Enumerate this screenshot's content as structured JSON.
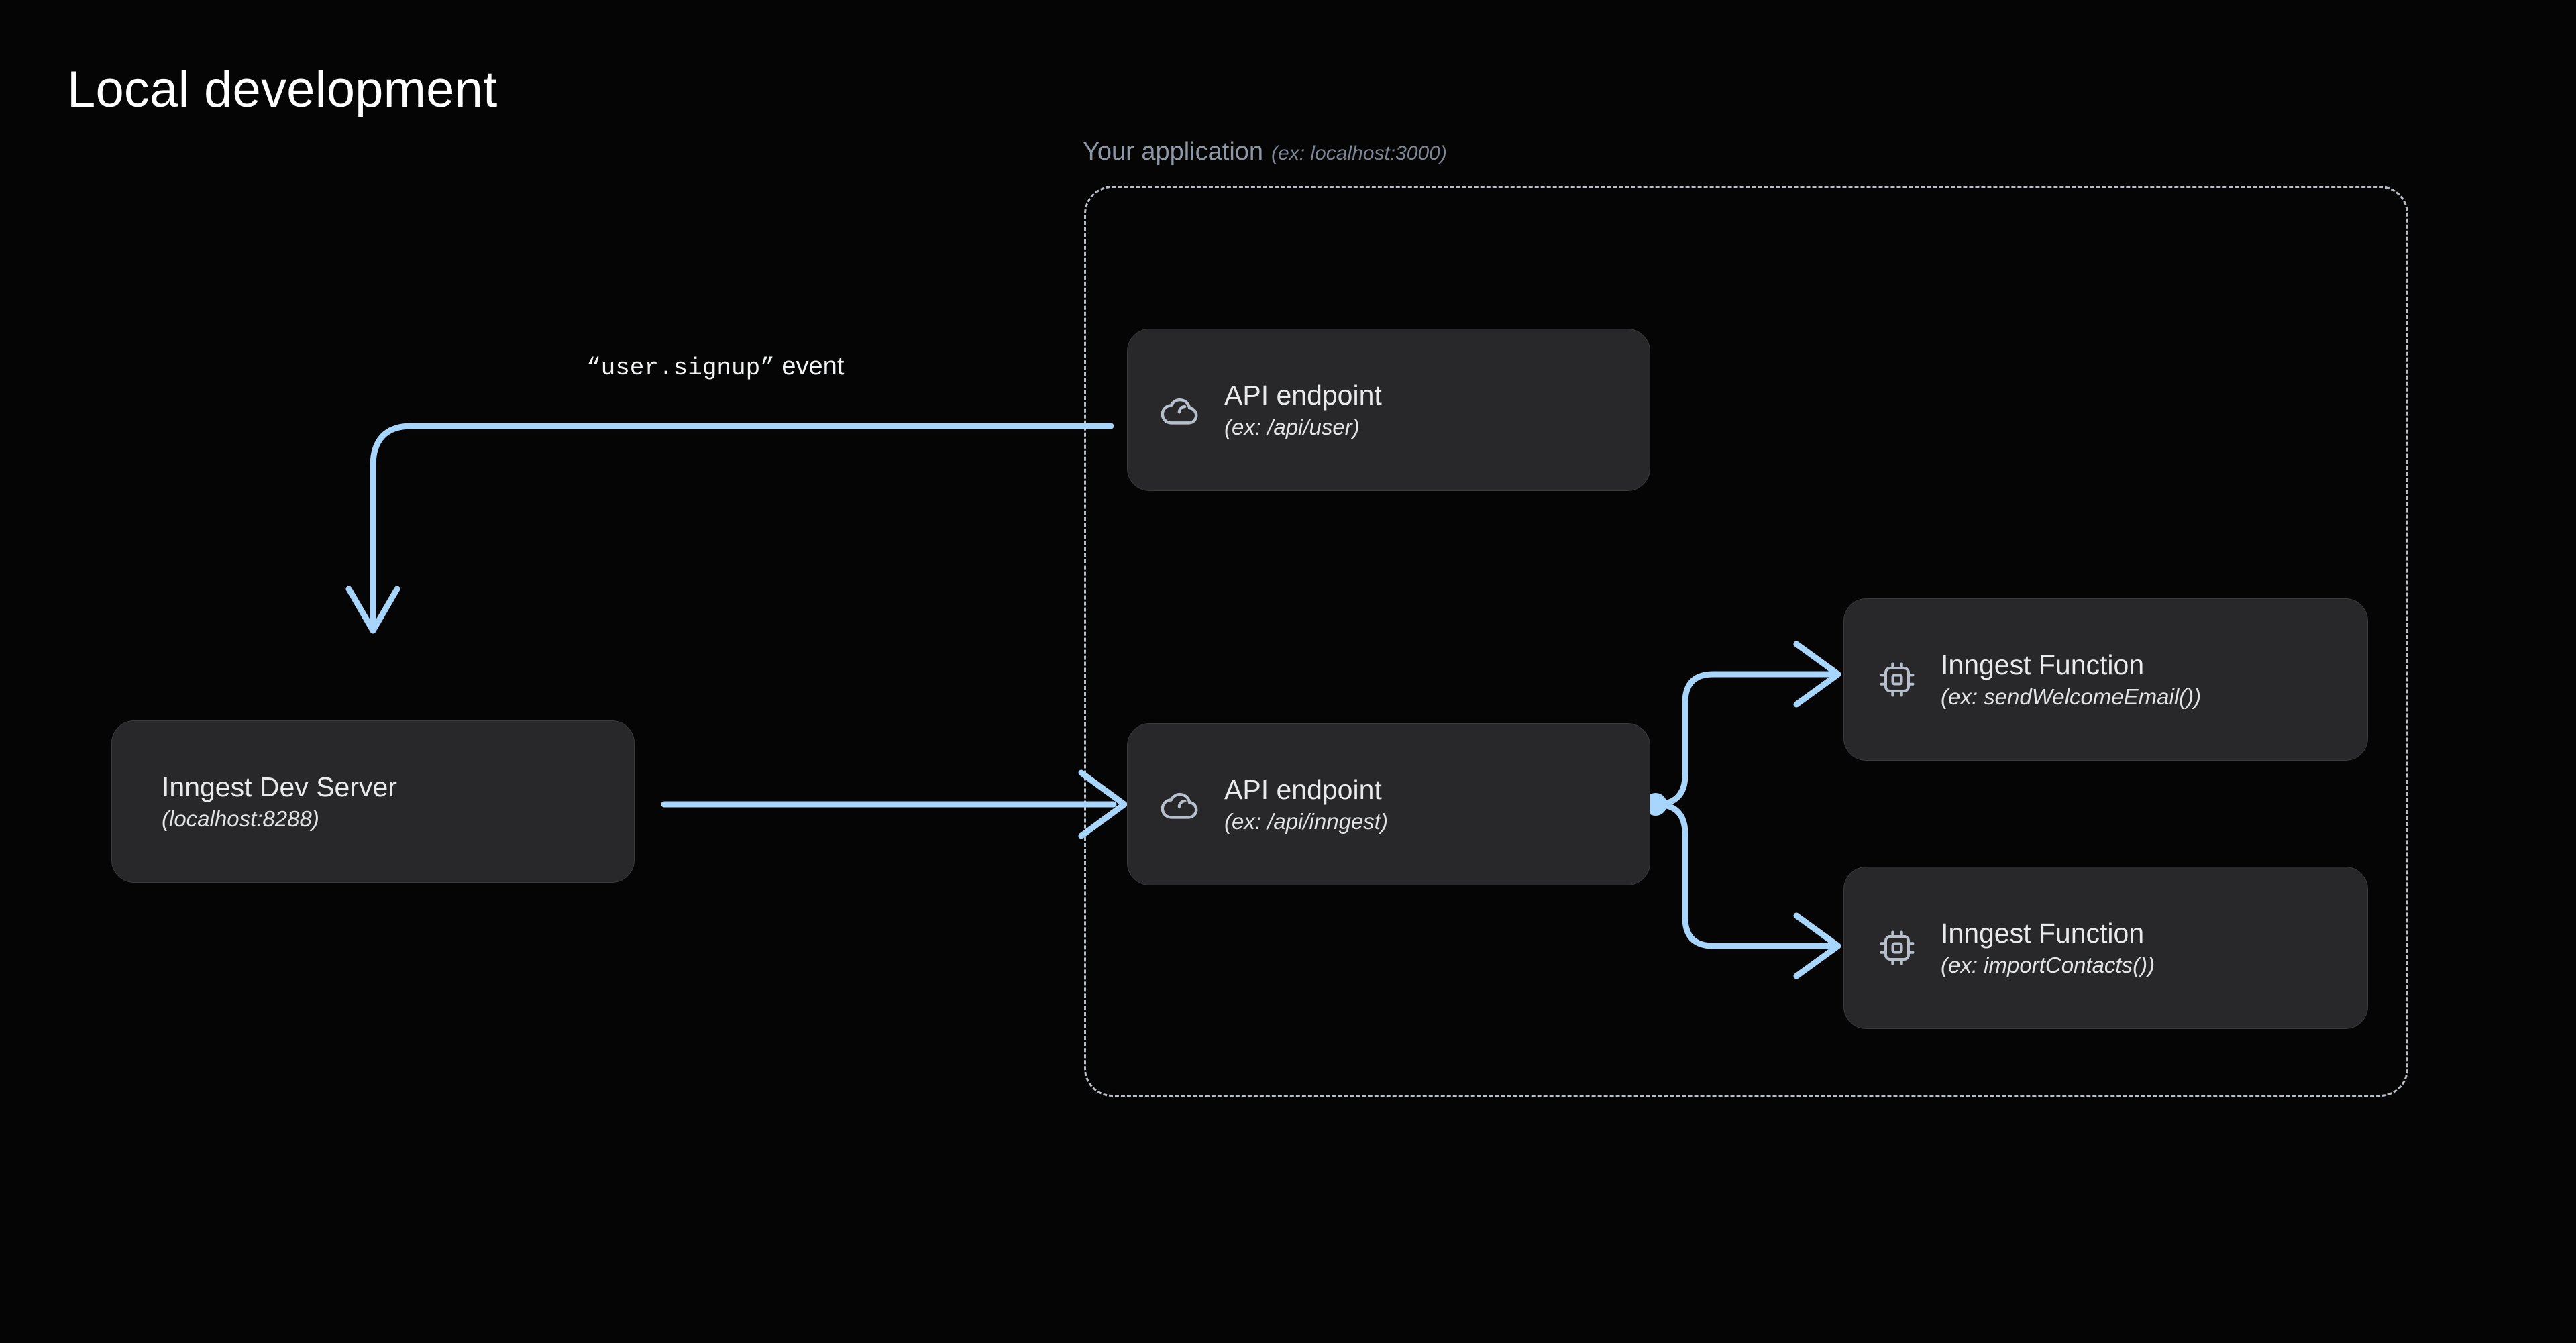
{
  "page": {
    "title": "Local development",
    "background_color": "#050505"
  },
  "container": {
    "label": "Your application",
    "label_sub": "(ex: localhost:3000)",
    "border_style": "dashed",
    "border_color": "#b9bdc4"
  },
  "edge_labels": {
    "event_code": "“user.signup”",
    "event_suffix": " event"
  },
  "colors": {
    "node_background": "#28282a",
    "node_border": "#3a3a3c",
    "connector": "#a7d5fb",
    "icon": "#b7bfcc",
    "title_text": "#ffffff",
    "body_text": "#e9eaec",
    "muted_text": "#8e97a6"
  },
  "nodes": [
    {
      "id": "dev-server",
      "icon": null,
      "title": "Inngest Dev Server",
      "sub": "(localhost:8288)"
    },
    {
      "id": "api-user",
      "icon": "cloud-icon",
      "title": "API endpoint",
      "sub": "(ex: /api/user)"
    },
    {
      "id": "api-inngest",
      "icon": "cloud-icon",
      "title": "API endpoint",
      "sub": "(ex: /api/inngest)"
    },
    {
      "id": "fn-welcome",
      "icon": "chip-icon",
      "title": "Inngest Function",
      "sub": "(ex: sendWelcomeEmail())"
    },
    {
      "id": "fn-import",
      "icon": "chip-icon",
      "title": "Inngest Function",
      "sub": "(ex: importContacts())"
    }
  ],
  "connectors": [
    {
      "id": "api-user-to-dev-server",
      "from": "api-user",
      "to": "dev-server",
      "label": "“user.signup” event",
      "arrowhead": "down"
    },
    {
      "id": "dev-server-to-api-inngest",
      "from": "dev-server",
      "to": "api-inngest",
      "label": "",
      "arrowhead": "right"
    },
    {
      "id": "api-inngest-to-fn-welcome",
      "from": "api-inngest",
      "to": "fn-welcome",
      "label": "",
      "arrowhead": "right"
    },
    {
      "id": "api-inngest-to-fn-import",
      "from": "api-inngest",
      "to": "fn-import",
      "label": "",
      "arrowhead": "right"
    }
  ]
}
